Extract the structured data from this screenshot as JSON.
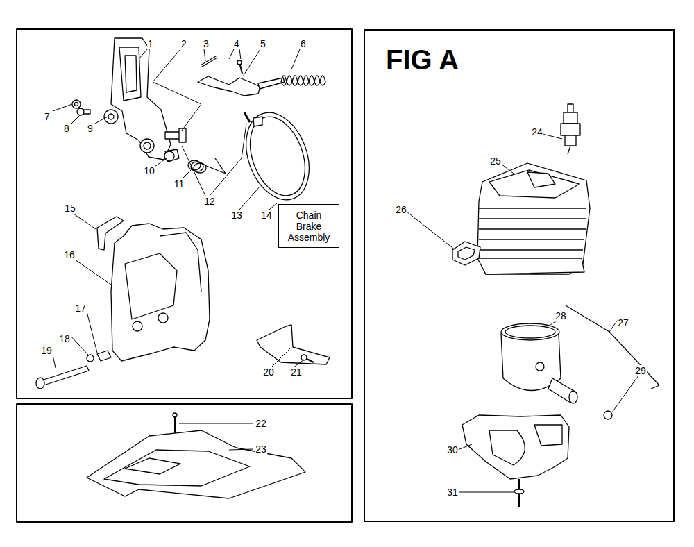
{
  "diagram": {
    "nodes": [
      {
        "text": [
          "FIG A"
        ]
      },
      {
        "text": [
          "Chain Brake Assembly"
        ]
      }
    ],
    "labels": [
      "1",
      "2",
      "3",
      "4",
      "5",
      "6",
      "7",
      "8",
      "9",
      "10",
      "11",
      "12",
      "13",
      "14",
      "15",
      "16",
      "17",
      "18",
      "19",
      "20",
      "21",
      "22",
      "23",
      "24",
      "25",
      "26",
      "27",
      "28",
      "29",
      "30",
      "31"
    ]
  }
}
